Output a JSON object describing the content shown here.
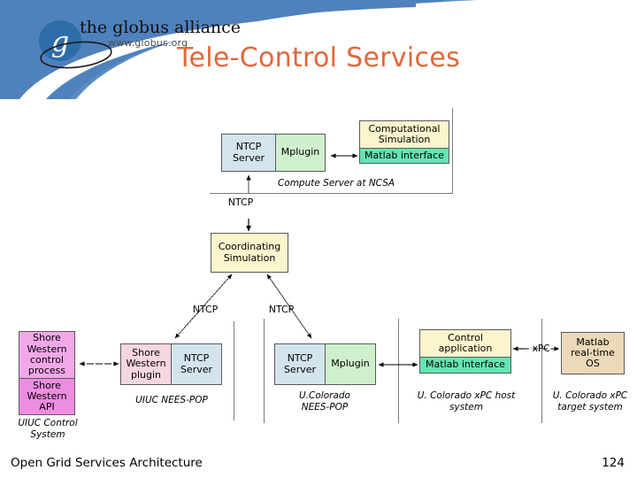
{
  "slide": {
    "title": "Tele-Control Services",
    "logo": {
      "mark_letter": "g",
      "line1": "the globus alliance",
      "line2": "www.globus.org",
      "brand_blue": "#3B72AF"
    },
    "footer": {
      "left": "Open Grid Services Architecture",
      "page_number": "124"
    },
    "title_color": "#E2663A"
  },
  "diagram": {
    "colors": {
      "blue_box": "#D4E4EC",
      "green_box": "#CFF0CC",
      "yellow_box": "#FAF5CD",
      "teal_box": "#64E5B4",
      "pink_light": "#F6D6E0",
      "magenta_light": "#F2A8E8",
      "magenta_dark": "#ED8DE0",
      "tan_box": "#EDD8B8",
      "border": "#5A5A5A",
      "rule": "#7C7C7C"
    },
    "ncsa_panel": {
      "caption": "Compute Server at NCSA",
      "ntcp_server": "NTCP\nServer",
      "ntcp_server_line1": "NTCP",
      "ntcp_server_line2": "Server",
      "mplugin": "Mplugin",
      "computational_simulation_line1": "Computational",
      "computational_simulation_line2": "Simulation",
      "matlab_interface": "Matlab interface",
      "link_label": "NTCP"
    },
    "coordinating": {
      "line1": "Coordinating",
      "line2": "Simulation",
      "left_link_label": "NTCP",
      "right_link_label": "NTCP"
    },
    "uiuc_control_system": {
      "caption_line1": "UIUC Control",
      "caption_line2": "System",
      "upper_line1": "Shore",
      "upper_line2": "Western",
      "upper_line3": "control",
      "upper_line4": "process",
      "lower_line1": "Shore",
      "lower_line2": "Western",
      "lower_line3": "API"
    },
    "uiuc_nees_pop": {
      "caption": "UIUC NEES-POP",
      "plugin_line1": "Shore",
      "plugin_line2": "Western",
      "plugin_line3": "plugin",
      "ntcp_line1": "NTCP",
      "ntcp_line2": "Server"
    },
    "colorado_nees_pop": {
      "caption_line1": "U.Colorado",
      "caption_line2": "NEES-POP",
      "ntcp_line1": "NTCP",
      "ntcp_line2": "Server",
      "mplugin": "Mplugin"
    },
    "colorado_xpc_host": {
      "caption_line1": "U. Colorado xPC host",
      "caption_line2": "system",
      "control_app_line1": "Control",
      "control_app_line2": "application",
      "matlab_interface": "Matlab interface"
    },
    "colorado_xpc_target": {
      "caption_line1": "U. Colorado xPC",
      "caption_line2": "target  system",
      "box_line1": "Matlab",
      "box_line2": "real-time",
      "box_line3": "OS"
    },
    "xpc_link_label": "- xPC-"
  }
}
